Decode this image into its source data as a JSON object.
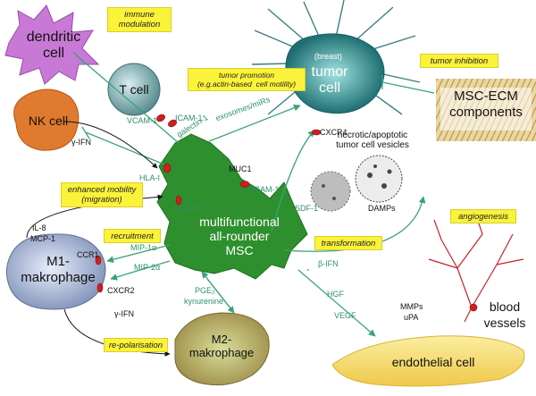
{
  "cells": {
    "dendritic": "dendritic\ncell",
    "t_cell": "T cell",
    "nk": "NK cell",
    "tumor_sub": "(breast)",
    "tumor": "tumor\ncell",
    "msc_ecm": "MSC-ECM\ncomponents",
    "m1": "M1-\nmakrophage",
    "m2": "M2-\nmakrophage",
    "msc": "multifunctional\nall-rounder\nMSC",
    "endothelial": "endothelial cell",
    "blood": "blood\nvessels",
    "necrotic": "necrotic/apoptotic\ntumor cell vesicles"
  },
  "boxes": {
    "immune": "immune\nmodulation",
    "tumor_promotion": "tumor promotion\n(e.g.actin-based  cell motility)",
    "tumor_inhibition": "tumor inhibition",
    "mobility": "enhanced mobility\n(migration)",
    "recruitment": "recruitment",
    "transformation": "transformation",
    "angiogenesis": "angiogenesis",
    "repolarisation": "re-polarisation"
  },
  "labels": {
    "vcam": "VCAM-1",
    "icam_top": "ICAM-1",
    "galectin": "galectin-1",
    "ifn_nk": "γ-IFN",
    "hla": "HLA-I",
    "il8r": "IL8-R",
    "muc1": "MUC1",
    "icam_mid": "ICAM-1",
    "exosomes": "exosomes/miRs",
    "cxcr4": "CXCR4",
    "sdf": "SDF-1",
    "damps": "DAMPs",
    "il8": "IL-8",
    "mcp": "MCP-1",
    "ccr1": "CCR1",
    "cxcr2": "CXCR2",
    "mip1": "MIP-1α",
    "mip2": "MIP-2α",
    "ifn_m1": "γ-IFN",
    "pge": "PGE₂",
    "kynurenine": "kynurenine",
    "bifn": "β-IFN",
    "hgf": "HGF",
    "vegf": "VEGF",
    "mmps": "MMPs",
    "upa": "uPA"
  },
  "colors": {
    "msc": "#2e8f2e",
    "tumor": "#2f8c8c",
    "dendritic": "#c879d6",
    "nk": "#e07a2e",
    "box": "#fbf23a",
    "arrow": "#3aa37a",
    "receptor": "#cc1f1f",
    "vessel": "#c8202a",
    "endothelial": "#f3d86a"
  }
}
